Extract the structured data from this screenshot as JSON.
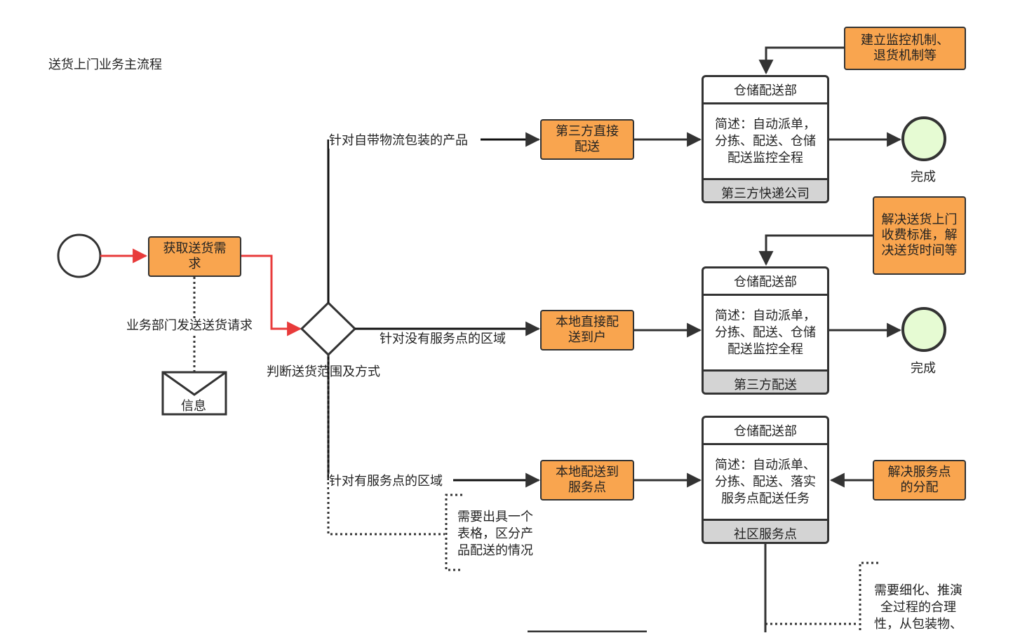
{
  "title": "送货上门业务主流程",
  "start_request": "获取送货需求",
  "request_edge_label": "业务部门发送送货请求",
  "message_label": "信息",
  "gateway_label": "判断送货范围及方式",
  "branches": [
    {
      "condition": "针对自带物流包装的产品",
      "task": "第三方直接配送",
      "pool": {
        "header": "仓储配送部",
        "body": "简述：自动派单，分拣、配送、仓储配送监控全程",
        "footer": "第三方快递公司"
      },
      "annotation": "建立监控机制、退货机制等",
      "end_label": "完成"
    },
    {
      "condition": "针对没有服务点的区域",
      "task": "本地直接配送到户",
      "pool": {
        "header": "仓储配送部",
        "body": "简述：自动派单，分拣、配送、仓储配送监控全程",
        "footer": "第三方配送"
      },
      "annotation": "解决送货上门收费标准，解决送货时间等",
      "end_label": "完成"
    },
    {
      "condition": "针对有服务点的区域",
      "task": "本地配送到服务点",
      "pool": {
        "header": "仓储配送部",
        "body": "简述：自动派单、分拣、配送、落实服务点配送任务",
        "footer": "社区服务点"
      },
      "annotation": "解决服务点的分配"
    }
  ],
  "note_table": "需要出具一个表格，区分产品配送的情况",
  "note_detail": "需要细化、推演全过程的合理性，从包装物、",
  "colors": {
    "task_fill": "#f9a54f",
    "start_edge": "#e83b3b",
    "end_fill": "#e6fbd3",
    "pool_footer": "#d4d4d4",
    "stroke": "#333333"
  }
}
